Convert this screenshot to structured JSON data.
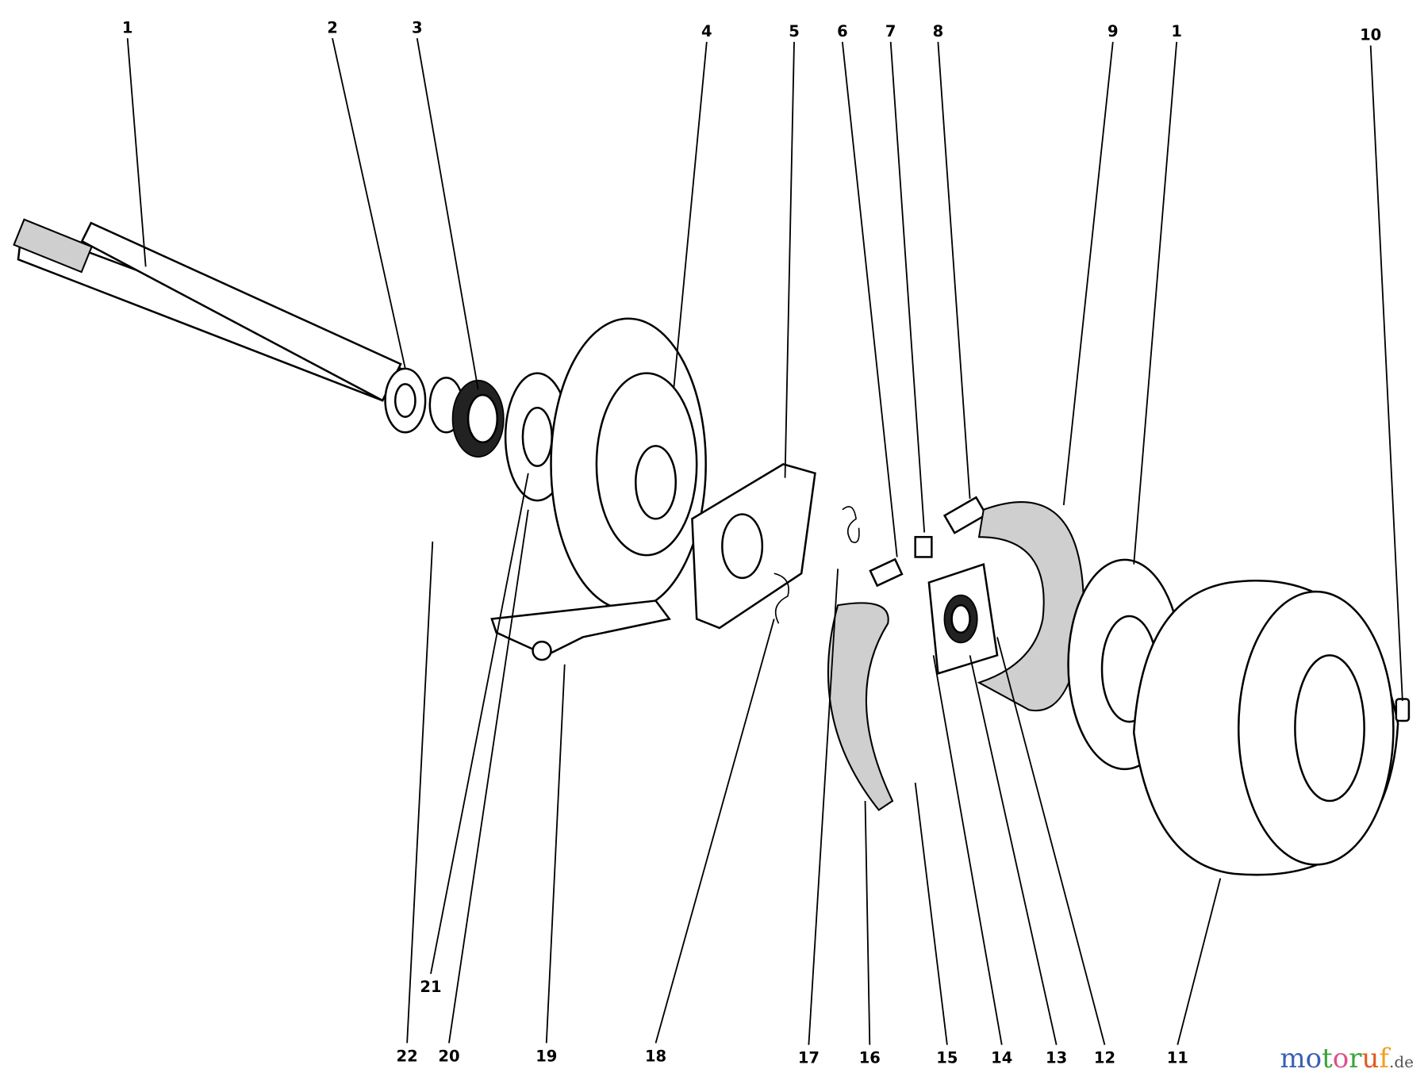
{
  "title": "Brake assembly exploded parts diagram",
  "callouts": [
    {
      "label": "1"
    },
    {
      "label": "2"
    },
    {
      "label": "3"
    },
    {
      "label": "4"
    },
    {
      "label": "5"
    },
    {
      "label": "6"
    },
    {
      "label": "7"
    },
    {
      "label": "8"
    },
    {
      "label": "9"
    },
    {
      "label": "1"
    },
    {
      "label": "10"
    },
    {
      "label": "22"
    },
    {
      "label": "21"
    },
    {
      "label": "20"
    },
    {
      "label": "19"
    },
    {
      "label": "18"
    },
    {
      "label": "17"
    },
    {
      "label": "16"
    },
    {
      "label": "15"
    },
    {
      "label": "14"
    },
    {
      "label": "13"
    },
    {
      "label": "12"
    },
    {
      "label": "11"
    }
  ],
  "watermark": {
    "brand": "motoruf",
    "suffix": ".de",
    "colors": [
      "#3b5fb0",
      "#3b5fb0",
      "#3aa33a",
      "#e0508a",
      "#3aa33a",
      "#e05a20",
      "#f0a020",
      "#e0c020"
    ]
  }
}
